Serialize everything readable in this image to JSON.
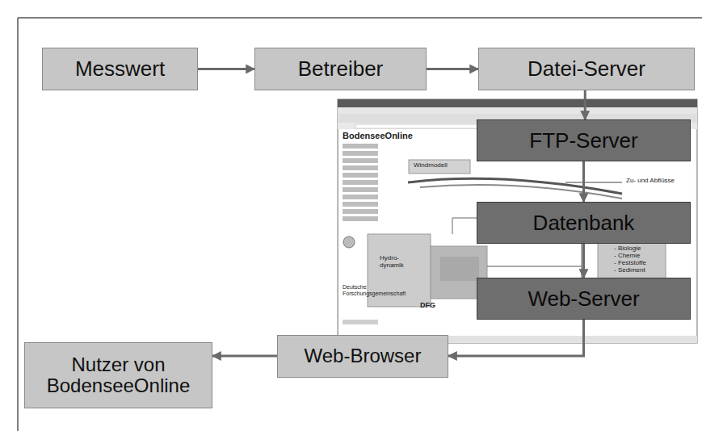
{
  "diagram": {
    "nodes": [
      {
        "text": [
          "Messwert"
        ]
      },
      {
        "text": [
          "Betreiber"
        ]
      },
      {
        "text": [
          "Datei-Server"
        ]
      },
      {
        "text": [
          "FTP-Server"
        ]
      },
      {
        "text": [
          "Datenbank"
        ]
      },
      {
        "text": [
          "Web-Server"
        ]
      },
      {
        "text": [
          "Web-Browser"
        ]
      },
      {
        "text": [
          "Nutzer von BodenseeOnline"
        ]
      }
    ],
    "edges": [
      {
        "from": 0,
        "to": 1,
        "arrow": "to"
      },
      {
        "from": 1,
        "to": 2,
        "arrow": "to"
      },
      {
        "from": 2,
        "to": 3,
        "arrow": "to"
      },
      {
        "from": 3,
        "to": 4,
        "arrow": "to"
      },
      {
        "from": 4,
        "to": 5,
        "arrow": "to"
      },
      {
        "from": 5,
        "to": 6,
        "arrow": "to"
      },
      {
        "from": 6,
        "to": 7,
        "arrow": "to"
      }
    ],
    "labels": [
      "BodenseeOnline",
      "Windmodell",
      "Zu- und Abflüsse",
      "Hydro-dynamik",
      "- Biologie",
      "- Chemie",
      "- Feststoffe",
      "- Sediment",
      "Deutsche Forschungsgemeinschaft",
      "DFG"
    ]
  }
}
